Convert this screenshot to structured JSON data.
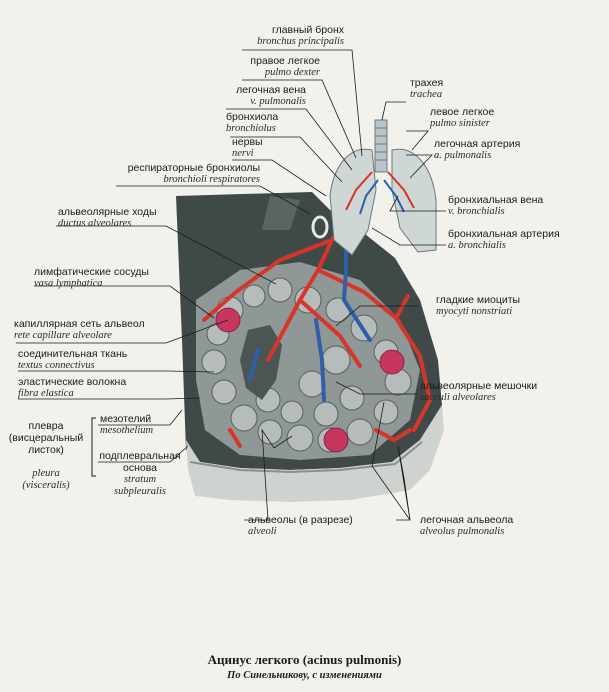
{
  "labels": {
    "main_bronchus": {
      "ru": "главный бронх",
      "la": "bronchus principalis"
    },
    "right_lung": {
      "ru": "правое легкое",
      "la": "pulmo dexter"
    },
    "pulmonary_vein": {
      "ru": "легочная вена",
      "la": "v. pulmonalis"
    },
    "bronchiole": {
      "ru": "бронхиола",
      "la": "bronchiolus"
    },
    "nerves": {
      "ru": "нервы",
      "la": "nervi"
    },
    "respiratory_bronchioles": {
      "ru": "респираторные бронхиолы",
      "la": "bronchioli respiratores"
    },
    "alveolar_ducts": {
      "ru": "альвеолярные ходы",
      "la": "ductus alveolares"
    },
    "lymphatic_vessels": {
      "ru": "лимфатические сосуды",
      "la": "vasa lymphatica"
    },
    "capillary_network": {
      "ru": "капиллярная сеть альвеол",
      "la": "rete capillare alveolare"
    },
    "connective_tissue": {
      "ru": "соединительная ткань",
      "la": "textus connectivus"
    },
    "elastic_fibers": {
      "ru": "эластические волокна",
      "la": "fibra elastica"
    },
    "pleura_ru": "плевра\n(висцеральный\nлисток)",
    "pleura_la": "pleura\n(visceralis)",
    "mesothelium": {
      "ru": "мезотелий",
      "la": "mesothelium"
    },
    "subpleural_base": {
      "ru": "подплевральная\nоснова",
      "la": "stratum\nsubpleuralis"
    },
    "trachea": {
      "ru": "трахея",
      "la": "trachea"
    },
    "left_lung": {
      "ru": "левое легкое",
      "la": "pulmo sinister"
    },
    "pulmonary_artery": {
      "ru": "легочная артерия",
      "la": "a. pulmonalis"
    },
    "bronchial_vein": {
      "ru": "бронхиальная вена",
      "la": "v. bronchialis"
    },
    "bronchial_artery": {
      "ru": "бронхиальная артерия",
      "la": "a. bronchialis"
    },
    "smooth_myocytes": {
      "ru": "гладкие миоциты",
      "la": "myocyti nonstriati"
    },
    "alveolar_sacs": {
      "ru": "альвеолярные мешочки",
      "la": "sacculi alveolares"
    },
    "alveoli_section": {
      "ru": "альвеолы (в разрезе)",
      "la": "alveoli"
    },
    "pulmonary_alveolus": {
      "ru": "легочная альвеола",
      "la": "alveolus pulmonalis"
    }
  },
  "caption": {
    "title": "Ацинус легкого (acinus pulmonis)",
    "subtitle": "По Синельникову, с изменениями"
  },
  "colors": {
    "artery": "#d8352a",
    "vein": "#2f5fa8",
    "tissue": "#8f9896",
    "dark_tissue": "#3f4948",
    "capillary": "#c8355e",
    "leader": "#1c1b19"
  }
}
